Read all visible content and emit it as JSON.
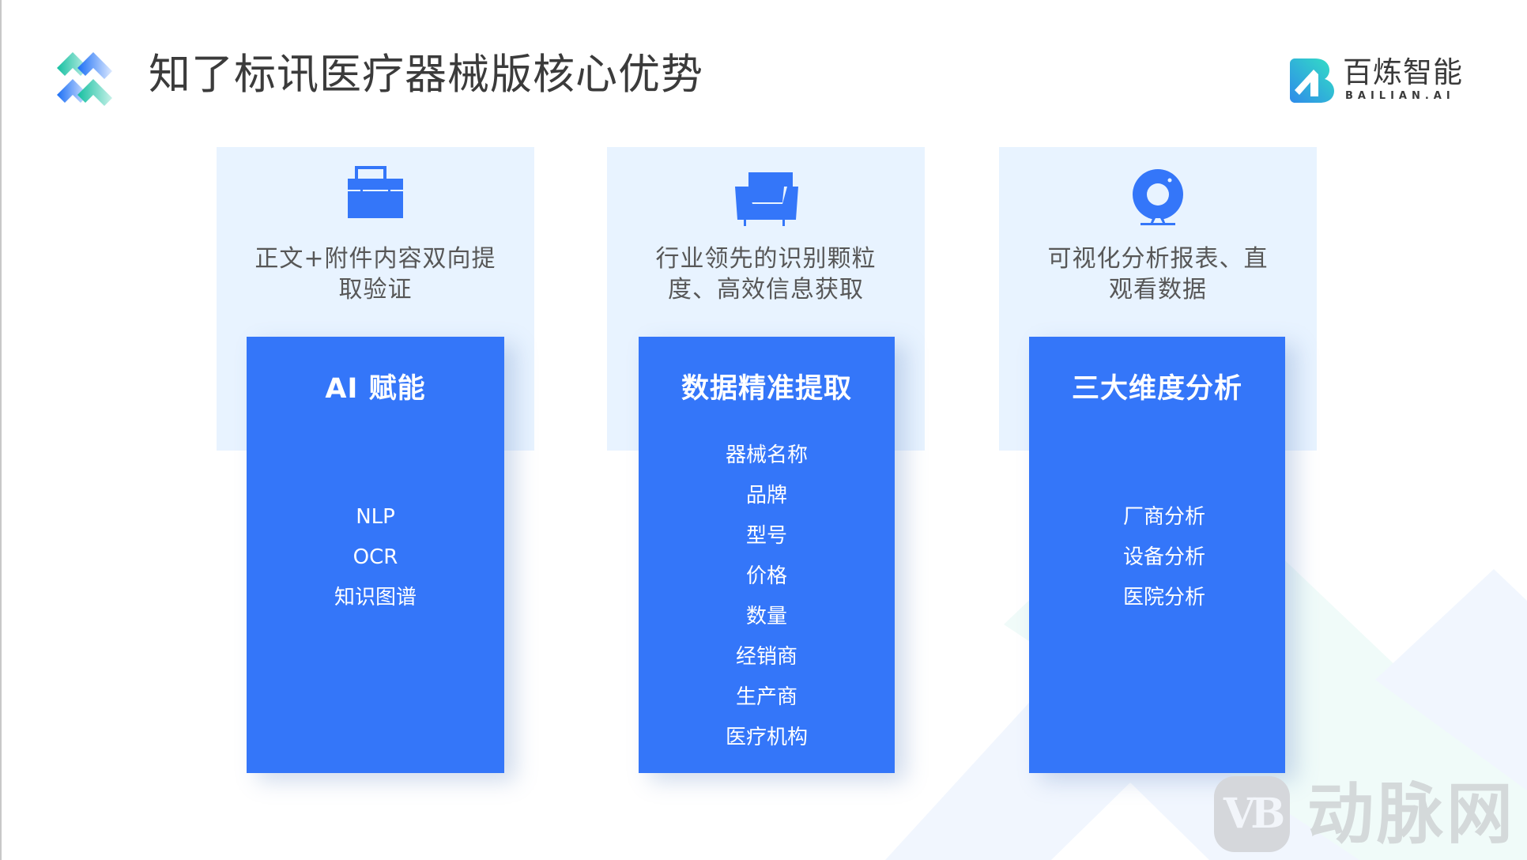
{
  "header": {
    "title": "知了标讯医疗器械版核心优势",
    "logo_icon": "stacked-chevrons-logo",
    "brand": {
      "icon": "b-letter-logo",
      "name": "百炼智能",
      "subtitle": "BAILIAN.AI"
    }
  },
  "colors": {
    "card_blue": "#3476f9",
    "panel_bg": "#e8f3ff",
    "title_text": "#3b3b3b",
    "desc_text": "#575757",
    "icon_blue": "#3476f9"
  },
  "columns": [
    {
      "icon": "briefcase-icon",
      "description": "正文+附件内容双向提取验证",
      "description_lines": [
        "正文+附件内容双向提",
        "取验证"
      ],
      "card_title": "AI 赋能",
      "items": [
        "NLP",
        "OCR",
        "知识图谱"
      ]
    },
    {
      "icon": "sofa-icon",
      "description": "行业领先的识别颗粒度、高效信息获取",
      "description_lines": [
        "行业领先的识别颗粒",
        "度、高效信息获取"
      ],
      "card_title": "数据精准提取",
      "items": [
        "器械名称",
        "品牌",
        "型号",
        "价格",
        "数量",
        "经销商",
        "生产商",
        "医疗机构"
      ]
    },
    {
      "icon": "webcam-icon",
      "description": "可视化分析报表、直观看数据",
      "description_lines": [
        "可视化分析报表、直",
        "观看数据"
      ],
      "card_title": "三大维度分析",
      "items": [
        "厂商分析",
        "设备分析",
        "医院分析"
      ]
    }
  ],
  "watermark": {
    "badge": "VB",
    "text": "动脉网"
  }
}
